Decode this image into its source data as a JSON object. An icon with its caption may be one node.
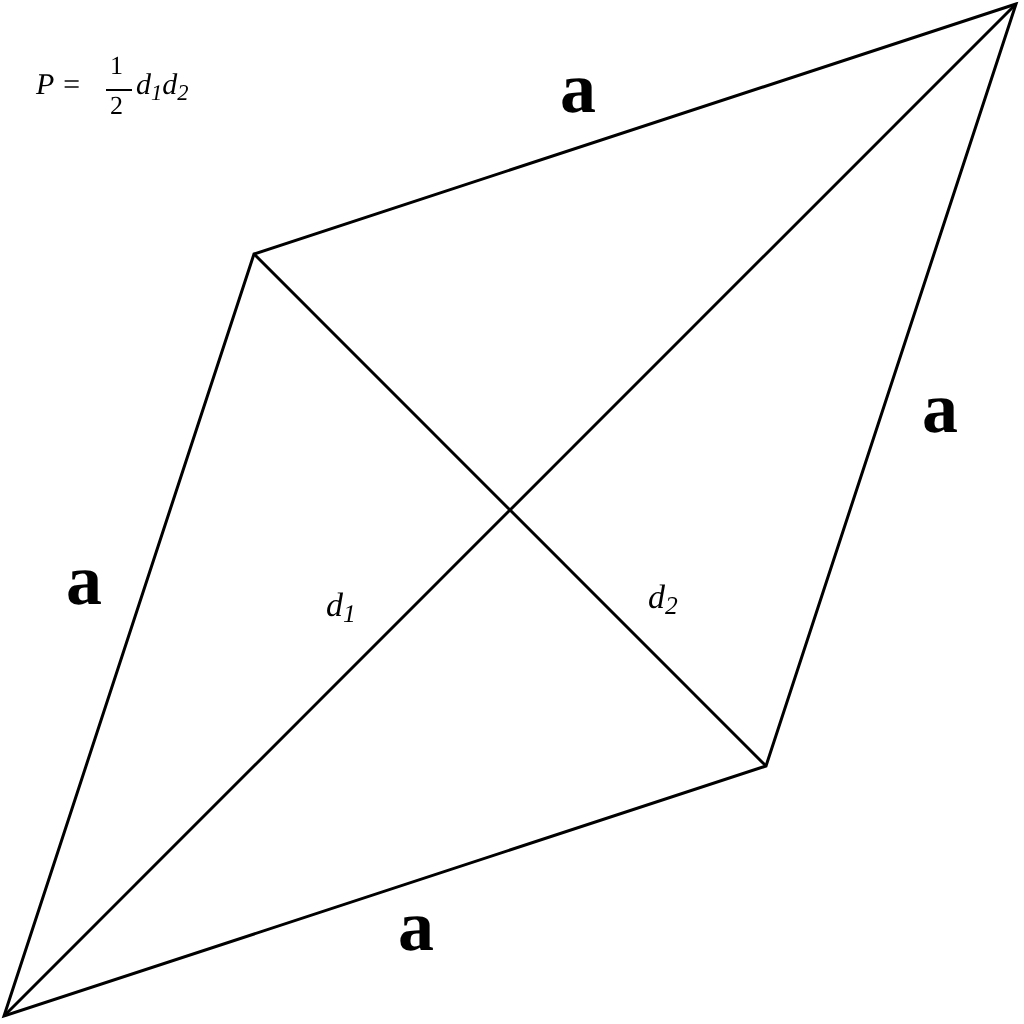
{
  "diagram": {
    "labels": [
      "P =",
      "1",
      "2",
      "d$_{1}$d$_{2}$",
      "a",
      "a",
      "a",
      "a",
      "d$_{1}$",
      "d$_{2}$"
    ]
  }
}
